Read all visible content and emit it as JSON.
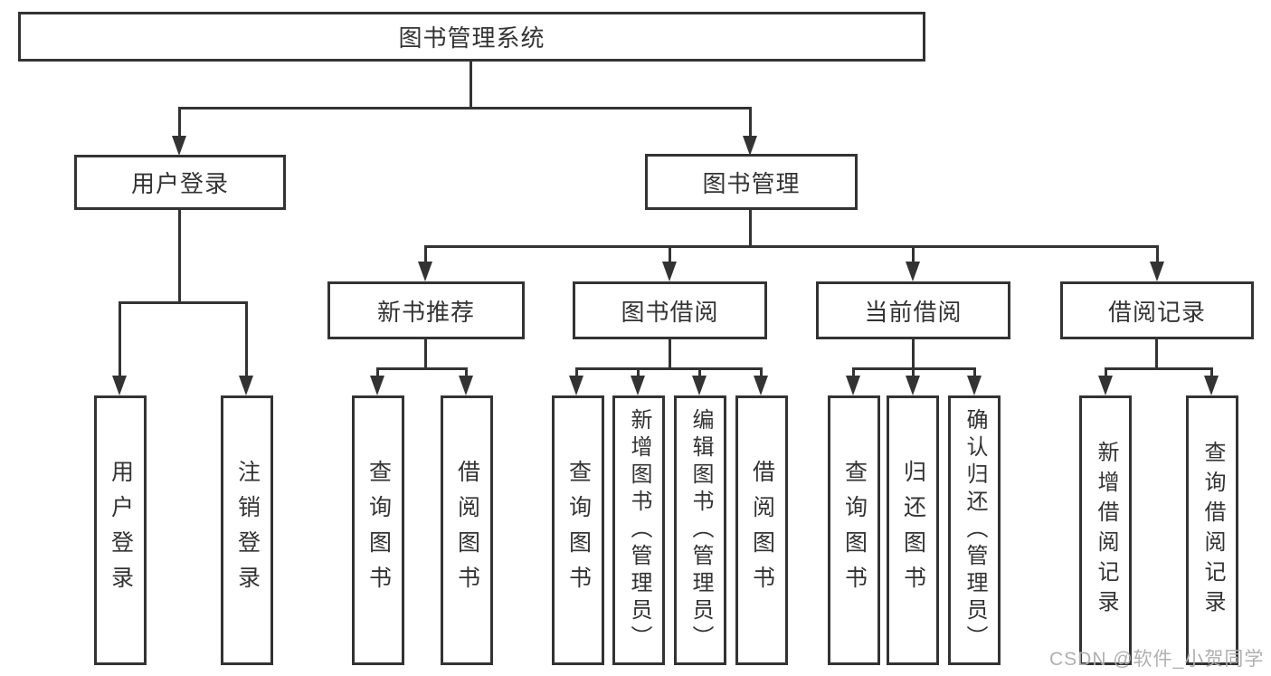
{
  "diagram": {
    "title": "图书管理系统",
    "root": {
      "label": "图书管理系统"
    },
    "level2": [
      {
        "label": "用户登录"
      },
      {
        "label": "图书管理"
      }
    ],
    "level3": [
      {
        "label": "新书推荐",
        "parent": "图书管理"
      },
      {
        "label": "图书借阅",
        "parent": "图书管理"
      },
      {
        "label": "当前借阅",
        "parent": "图书管理"
      },
      {
        "label": "借阅记录",
        "parent": "图书管理"
      }
    ],
    "leaves": [
      {
        "label": "用户登录",
        "parent": "用户登录"
      },
      {
        "label": "注销登录",
        "parent": "用户登录"
      },
      {
        "label": "查询图书",
        "parent": "新书推荐"
      },
      {
        "label": "借阅图书",
        "parent": "新书推荐"
      },
      {
        "label": "查询图书",
        "parent": "图书借阅"
      },
      {
        "label": "新增图书（管理员）",
        "parent": "图书借阅"
      },
      {
        "label": "编辑图书（管理员）",
        "parent": "图书借阅"
      },
      {
        "label": "借阅图书",
        "parent": "图书借阅"
      },
      {
        "label": "查询图书",
        "parent": "当前借阅"
      },
      {
        "label": "归还图书",
        "parent": "当前借阅"
      },
      {
        "label": "确认归还（管理员）",
        "parent": "当前借阅"
      },
      {
        "label": "新增借阅记录",
        "parent": "借阅记录"
      },
      {
        "label": "查询借阅记录",
        "parent": "借阅记录"
      }
    ]
  },
  "watermark": {
    "text": "CSDN @软件_小贺同学"
  },
  "colors": {
    "line": "#333333",
    "text": "#333333",
    "box_background": "#ffffff",
    "watermark": "#b0b0b0"
  }
}
